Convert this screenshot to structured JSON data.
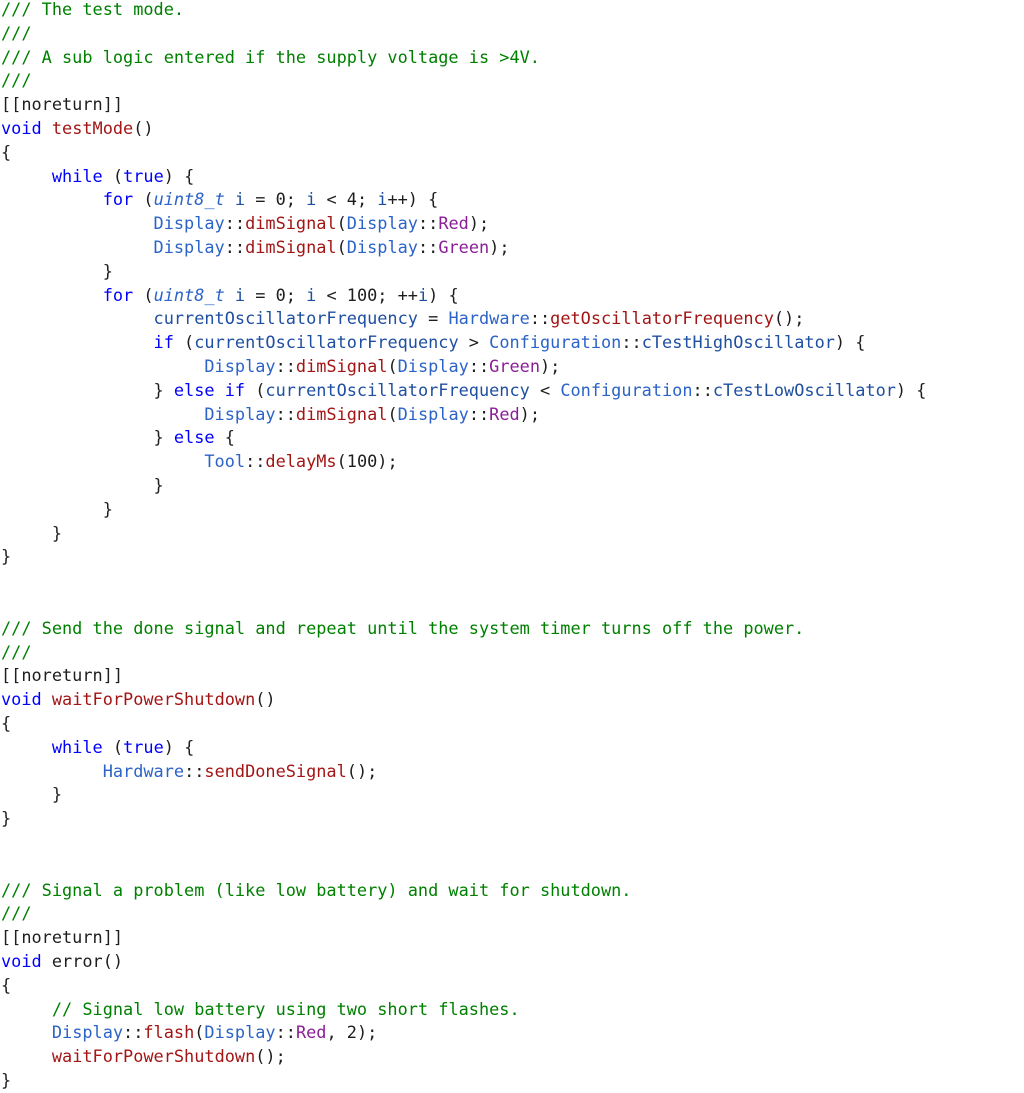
{
  "editor": {
    "lines": [
      [
        [
          "com",
          "/// The test mode."
        ]
      ],
      [
        [
          "com",
          "///"
        ]
      ],
      [
        [
          "com",
          "/// A sub logic entered if the supply voltage is >4V."
        ]
      ],
      [
        [
          "com",
          "///"
        ]
      ],
      [
        [
          "txt",
          "[[noreturn]]"
        ]
      ],
      [
        [
          "kw",
          "void"
        ],
        [
          "txt",
          " "
        ],
        [
          "fn",
          "testMode"
        ],
        [
          "txt",
          "()"
        ]
      ],
      [
        [
          "txt",
          "{"
        ]
      ],
      [
        [
          "txt",
          "     "
        ],
        [
          "kw",
          "while"
        ],
        [
          "txt",
          " ("
        ],
        [
          "kw",
          "true"
        ],
        [
          "txt",
          ") {"
        ]
      ],
      [
        [
          "txt",
          "          "
        ],
        [
          "kw",
          "for"
        ],
        [
          "txt",
          " ("
        ],
        [
          "typ",
          "uint8_t"
        ],
        [
          "txt",
          " "
        ],
        [
          "var",
          "i"
        ],
        [
          "txt",
          " = 0; "
        ],
        [
          "var",
          "i"
        ],
        [
          "txt",
          " < 4; "
        ],
        [
          "var",
          "i"
        ],
        [
          "txt",
          "++) {"
        ]
      ],
      [
        [
          "txt",
          "               "
        ],
        [
          "cls",
          "Display"
        ],
        [
          "txt",
          "::"
        ],
        [
          "fn",
          "dimSignal"
        ],
        [
          "txt",
          "("
        ],
        [
          "cls",
          "Display"
        ],
        [
          "txt",
          "::"
        ],
        [
          "en",
          "Red"
        ],
        [
          "txt",
          ");"
        ]
      ],
      [
        [
          "txt",
          "               "
        ],
        [
          "cls",
          "Display"
        ],
        [
          "txt",
          "::"
        ],
        [
          "fn",
          "dimSignal"
        ],
        [
          "txt",
          "("
        ],
        [
          "cls",
          "Display"
        ],
        [
          "txt",
          "::"
        ],
        [
          "en",
          "Green"
        ],
        [
          "txt",
          ");"
        ]
      ],
      [
        [
          "txt",
          "          }"
        ]
      ],
      [
        [
          "txt",
          "          "
        ],
        [
          "kw",
          "for"
        ],
        [
          "txt",
          " ("
        ],
        [
          "typ",
          "uint8_t"
        ],
        [
          "txt",
          " "
        ],
        [
          "var",
          "i"
        ],
        [
          "txt",
          " = 0; "
        ],
        [
          "var",
          "i"
        ],
        [
          "txt",
          " < 100; ++"
        ],
        [
          "var",
          "i"
        ],
        [
          "txt",
          ") {"
        ]
      ],
      [
        [
          "txt",
          "               "
        ],
        [
          "var",
          "currentOscillatorFrequency"
        ],
        [
          "txt",
          " = "
        ],
        [
          "cls",
          "Hardware"
        ],
        [
          "txt",
          "::"
        ],
        [
          "fn",
          "getOscillatorFrequency"
        ],
        [
          "txt",
          "();"
        ]
      ],
      [
        [
          "txt",
          "               "
        ],
        [
          "kw",
          "if"
        ],
        [
          "txt",
          " ("
        ],
        [
          "var",
          "currentOscillatorFrequency"
        ],
        [
          "txt",
          " > "
        ],
        [
          "cls",
          "Configuration"
        ],
        [
          "txt",
          "::"
        ],
        [
          "var",
          "cTestHighOscillator"
        ],
        [
          "txt",
          ") {"
        ]
      ],
      [
        [
          "txt",
          "                    "
        ],
        [
          "cls",
          "Display"
        ],
        [
          "txt",
          "::"
        ],
        [
          "fn",
          "dimSignal"
        ],
        [
          "txt",
          "("
        ],
        [
          "cls",
          "Display"
        ],
        [
          "txt",
          "::"
        ],
        [
          "en",
          "Green"
        ],
        [
          "txt",
          ");"
        ]
      ],
      [
        [
          "txt",
          "               } "
        ],
        [
          "kw",
          "else if"
        ],
        [
          "txt",
          " ("
        ],
        [
          "var",
          "currentOscillatorFrequency"
        ],
        [
          "txt",
          " < "
        ],
        [
          "cls",
          "Configuration"
        ],
        [
          "txt",
          "::"
        ],
        [
          "var",
          "cTestLowOscillator"
        ],
        [
          "txt",
          ") {"
        ]
      ],
      [
        [
          "txt",
          "                    "
        ],
        [
          "cls",
          "Display"
        ],
        [
          "txt",
          "::"
        ],
        [
          "fn",
          "dimSignal"
        ],
        [
          "txt",
          "("
        ],
        [
          "cls",
          "Display"
        ],
        [
          "txt",
          "::"
        ],
        [
          "en",
          "Red"
        ],
        [
          "txt",
          ");"
        ]
      ],
      [
        [
          "txt",
          "               } "
        ],
        [
          "kw",
          "else"
        ],
        [
          "txt",
          " {"
        ]
      ],
      [
        [
          "txt",
          "                    "
        ],
        [
          "cls",
          "Tool"
        ],
        [
          "txt",
          "::"
        ],
        [
          "fn",
          "delayMs"
        ],
        [
          "txt",
          "(100);"
        ]
      ],
      [
        [
          "txt",
          "               }"
        ]
      ],
      [
        [
          "txt",
          "          }"
        ]
      ],
      [
        [
          "txt",
          "     }"
        ]
      ],
      [
        [
          "txt",
          "}"
        ]
      ],
      [],
      [],
      [
        [
          "com",
          "/// Send the done signal and repeat until the system timer turns off the power."
        ]
      ],
      [
        [
          "com",
          "///"
        ]
      ],
      [
        [
          "txt",
          "[[noreturn]]"
        ]
      ],
      [
        [
          "kw",
          "void"
        ],
        [
          "txt",
          " "
        ],
        [
          "fn",
          "waitForPowerShutdown"
        ],
        [
          "txt",
          "()"
        ]
      ],
      [
        [
          "txt",
          "{"
        ]
      ],
      [
        [
          "txt",
          "     "
        ],
        [
          "kw",
          "while"
        ],
        [
          "txt",
          " ("
        ],
        [
          "kw",
          "true"
        ],
        [
          "txt",
          ") {"
        ]
      ],
      [
        [
          "txt",
          "          "
        ],
        [
          "cls",
          "Hardware"
        ],
        [
          "txt",
          "::"
        ],
        [
          "fn",
          "sendDoneSignal"
        ],
        [
          "txt",
          "();"
        ]
      ],
      [
        [
          "txt",
          "     }"
        ]
      ],
      [
        [
          "txt",
          "}"
        ]
      ],
      [],
      [],
      [
        [
          "com",
          "/// Signal a problem (like low battery) and wait for shutdown."
        ]
      ],
      [
        [
          "com",
          "///"
        ]
      ],
      [
        [
          "txt",
          "[[noreturn]]"
        ]
      ],
      [
        [
          "kw",
          "void"
        ],
        [
          "txt",
          " "
        ],
        [
          "txt",
          "error()"
        ]
      ],
      [
        [
          "txt",
          "{"
        ]
      ],
      [
        [
          "txt",
          "     "
        ],
        [
          "com",
          "// Signal low battery using two short flashes."
        ]
      ],
      [
        [
          "txt",
          "     "
        ],
        [
          "cls",
          "Display"
        ],
        [
          "txt",
          "::"
        ],
        [
          "fn",
          "flash"
        ],
        [
          "txt",
          "("
        ],
        [
          "cls",
          "Display"
        ],
        [
          "txt",
          "::"
        ],
        [
          "en",
          "Red"
        ],
        [
          "txt",
          ", 2);"
        ]
      ],
      [
        [
          "txt",
          "     "
        ],
        [
          "fn",
          "waitForPowerShutdown"
        ],
        [
          "txt",
          "();"
        ]
      ],
      [
        [
          "txt",
          "}"
        ]
      ]
    ]
  }
}
